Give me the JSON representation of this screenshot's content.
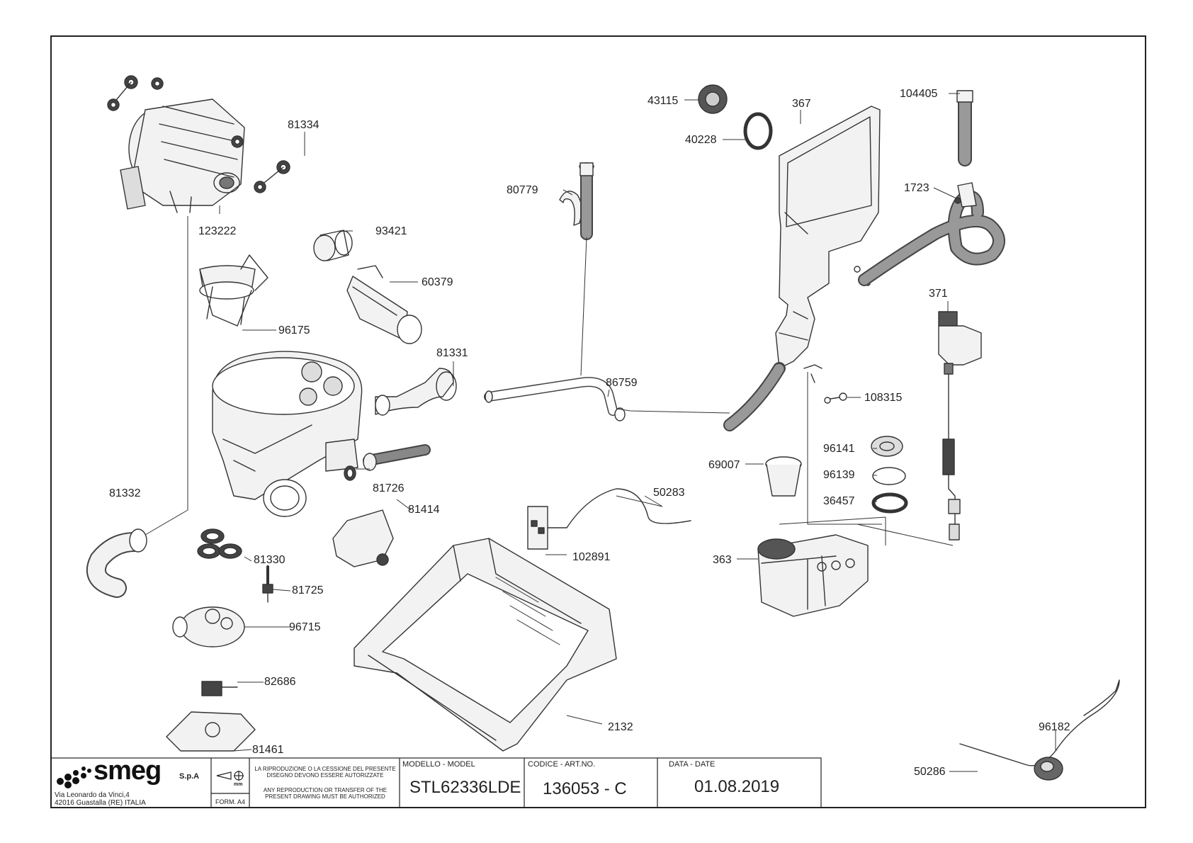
{
  "part_labels": [
    {
      "id": "p81334",
      "text": "81334"
    },
    {
      "id": "p123222",
      "text": "123222"
    },
    {
      "id": "p93421",
      "text": "93421"
    },
    {
      "id": "p60379",
      "text": "60379"
    },
    {
      "id": "p96175",
      "text": "96175"
    },
    {
      "id": "p81331",
      "text": "81331"
    },
    {
      "id": "p86759",
      "text": "86759"
    },
    {
      "id": "p80779",
      "text": "80779"
    },
    {
      "id": "p43115",
      "text": "43115"
    },
    {
      "id": "p40228",
      "text": "40228"
    },
    {
      "id": "p367",
      "text": "367"
    },
    {
      "id": "p104405",
      "text": "104405"
    },
    {
      "id": "p1723",
      "text": "1723"
    },
    {
      "id": "p371",
      "text": "371"
    },
    {
      "id": "p108315",
      "text": "108315"
    },
    {
      "id": "p96141",
      "text": "96141"
    },
    {
      "id": "p96139",
      "text": "96139"
    },
    {
      "id": "p36457",
      "text": "36457"
    },
    {
      "id": "p69007",
      "text": "69007"
    },
    {
      "id": "p363",
      "text": "363"
    },
    {
      "id": "p81332",
      "text": "81332"
    },
    {
      "id": "p81726",
      "text": "81726"
    },
    {
      "id": "p81414",
      "text": "81414"
    },
    {
      "id": "p81330",
      "text": "81330"
    },
    {
      "id": "p81725",
      "text": "81725"
    },
    {
      "id": "p96715",
      "text": "96715"
    },
    {
      "id": "p82686",
      "text": "82686"
    },
    {
      "id": "p81461",
      "text": "81461"
    },
    {
      "id": "p50283",
      "text": "50283"
    },
    {
      "id": "p102891",
      "text": "102891"
    },
    {
      "id": "p2132",
      "text": "2132"
    },
    {
      "id": "p96182",
      "text": "96182"
    },
    {
      "id": "p50286",
      "text": "50286"
    }
  ],
  "title_block": {
    "logo_text": "smeg",
    "logo_suffix": "S.p.A",
    "address_line1": "Via Leonardo da Vinci,4",
    "address_line2": "42016  Guastalla (RE) ITALIA",
    "format_label": "FORM. A4",
    "units_label": "mm",
    "notice_it": "LA RIPRODUZIONE O LA CESSIONE DEL PRESENTE DISEGNO DEVONO ESSERE AUTORIZZATE",
    "notice_en": "ANY REPRODUCTION OR TRANSFER OF THE PRESENT DRAWING MUST BE AUTHORIZED",
    "model_header": "MODELLO - MODEL",
    "model_value": "STL62336LDE",
    "code_header": "CODICE - ART.NO.",
    "code_value": "136053 - C",
    "date_header": "DATA - DATE",
    "date_value": "01.08.2019"
  },
  "colors": {
    "line": "#333333",
    "frame": "#222222",
    "part_fill": "#f2f2f2",
    "part_dark": "#555555"
  }
}
